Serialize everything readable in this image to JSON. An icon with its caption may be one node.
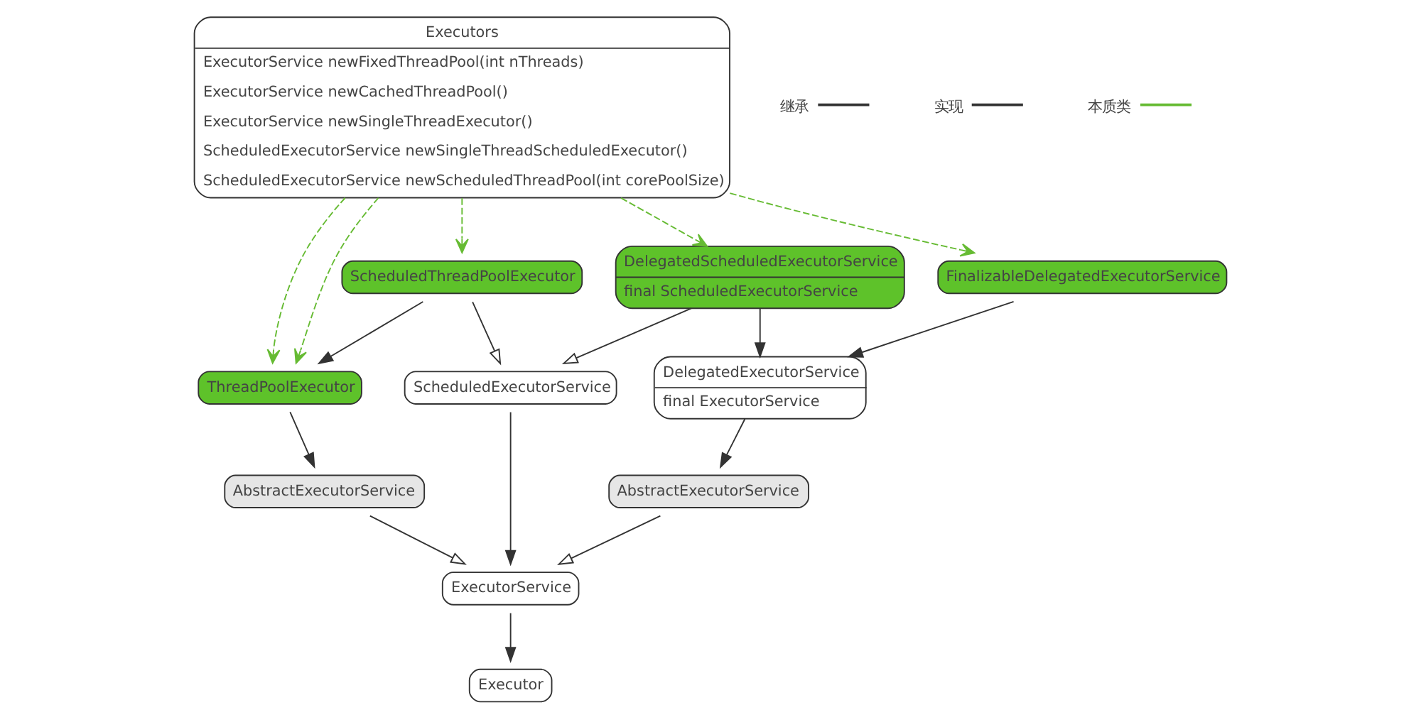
{
  "diagram": {
    "nodes": [
      {
        "text": [
          "Executors",
          "ExecutorService newFixedThreadPool(int nThreads)",
          "ExecutorService newCachedThreadPool()",
          "ExecutorService newSingleThreadExecutor()",
          "ScheduledExecutorService newSingleThreadScheduledExecutor()",
          "ScheduledExecutorService newScheduledThreadPool(int corePoolSize)"
        ]
      },
      {
        "text": [
          "ScheduledThreadPoolExecutor"
        ]
      },
      {
        "text": [
          "DelegatedScheduledExecutorService",
          "final ScheduledExecutorService"
        ]
      },
      {
        "text": [
          "FinalizableDelegatedExecutorService"
        ]
      },
      {
        "text": [
          "ThreadPoolExecutor"
        ]
      },
      {
        "text": [
          "ScheduledExecutorService"
        ]
      },
      {
        "text": [
          "DelegatedExecutorService",
          "final ExecutorService"
        ]
      },
      {
        "text": [
          "AbstractExecutorService"
        ]
      },
      {
        "text": [
          "AbstractExecutorService"
        ]
      },
      {
        "text": [
          "ExecutorService"
        ]
      },
      {
        "text": [
          "Executor"
        ]
      }
    ],
    "edges": [
      {
        "from": 0,
        "to": 4,
        "arrow": "to",
        "style": "dashed",
        "color": "#66bb33"
      },
      {
        "from": 0,
        "to": 4,
        "arrow": "to",
        "style": "dashed",
        "color": "#66bb33"
      },
      {
        "from": 0,
        "to": 3,
        "arrow": "to",
        "style": "dashed",
        "color": "#66bb33"
      },
      {
        "from": 0,
        "to": 2,
        "arrow": "to",
        "style": "dashed",
        "color": "#66bb33"
      },
      {
        "from": 0,
        "to": 1,
        "arrow": "to",
        "style": "dashed",
        "color": "#66bb33"
      },
      {
        "from": 1,
        "to": 4,
        "arrow": "to"
      },
      {
        "from": 1,
        "to": 5,
        "arrow": "to"
      },
      {
        "from": 2,
        "to": 5,
        "arrow": "to"
      },
      {
        "from": 2,
        "to": 6,
        "arrow": "to"
      },
      {
        "from": 3,
        "to": 6,
        "arrow": "to"
      },
      {
        "from": 4,
        "to": 7,
        "arrow": "to"
      },
      {
        "from": 6,
        "to": 8,
        "arrow": "to"
      },
      {
        "from": 7,
        "to": 9,
        "arrow": "to"
      },
      {
        "from": 5,
        "to": 9,
        "arrow": "to"
      },
      {
        "from": 8,
        "to": 9,
        "arrow": "to"
      },
      {
        "from": 9,
        "to": 10,
        "arrow": "to"
      }
    ],
    "legend": [
      {
        "text": "继承"
      },
      {
        "text": "实现"
      },
      {
        "text": "本质类"
      }
    ]
  }
}
